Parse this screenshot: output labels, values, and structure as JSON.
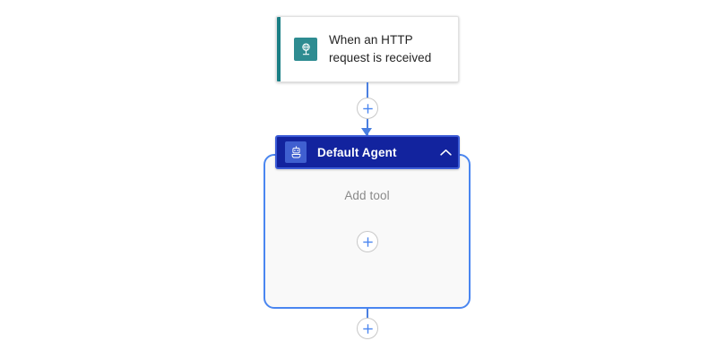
{
  "canvas": {
    "background_color": "#ffffff",
    "accent_color": "#4a7fe0"
  },
  "trigger": {
    "name": "When an HTTP request is received",
    "label_line_1": "When an HTTP",
    "label_line_2": "request is received",
    "icon": "http-request-icon",
    "icon_bg_color": "#2e8c91",
    "accent_bar_color": "#1a7f85",
    "card_bg_color": "#ffffff"
  },
  "agent": {
    "title": "Default Agent",
    "icon": "robot-icon",
    "header_bg_color": "#12239e",
    "header_border_color": "#3b5bd6",
    "body_bg_color": "#f9f9f9",
    "body_border_color": "#4a86f0",
    "collapse_icon": "chevron-up-icon",
    "empty_state_label": "Add tool"
  },
  "buttons": {
    "insert_between_trigger_and_agent": "+",
    "add_tool": "+",
    "insert_after_agent": "+"
  }
}
